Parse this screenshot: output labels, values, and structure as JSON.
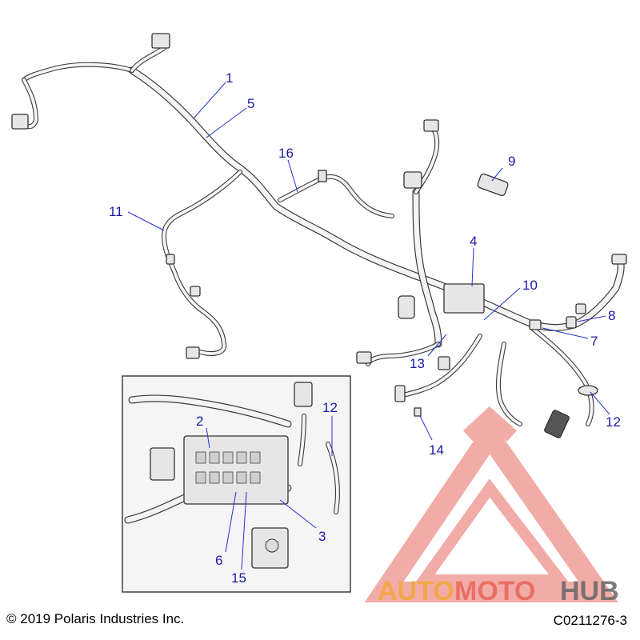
{
  "diagram": {
    "callouts": {
      "c1": "1",
      "c5": "5",
      "c16": "16",
      "c9": "9",
      "c11": "11",
      "c4": "4",
      "c10": "10",
      "c8": "8",
      "c7": "7",
      "c13": "13",
      "c12a": "12",
      "c14": "14",
      "c2": "2",
      "c12b": "12",
      "c3": "3",
      "c6": "6",
      "c15": "15"
    },
    "colors": {
      "callout_text": "#1a1aa8",
      "leader_line": "#2233cc",
      "watermark_red": "#e0453a",
      "watermark_orange": "#f0a020",
      "watermark_gray": "#555555"
    }
  },
  "watermark": {
    "part1": "AUTO",
    "part2": "MOTO",
    "part3": "HUB"
  },
  "footer": {
    "copyright": "© 2019 Polaris Industries Inc.",
    "diagram_code": "C0211276-3"
  }
}
